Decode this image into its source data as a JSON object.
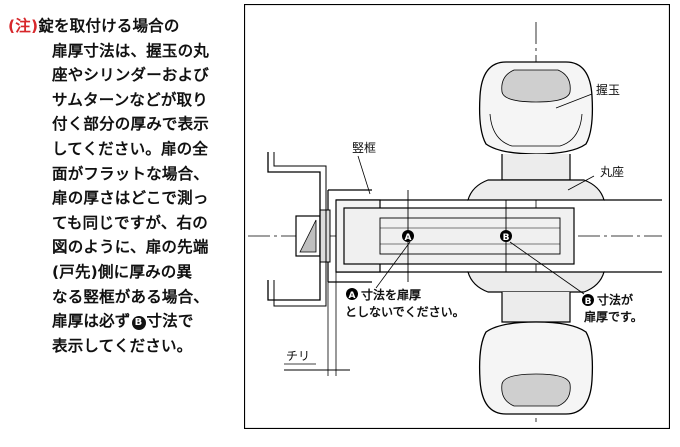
{
  "note": {
    "tag": "(注)",
    "lines": [
      "錠を取付ける場合の",
      "扉厚寸法は、握玉の丸",
      "座やシリンダーおよび",
      "サムターンなどが取り",
      "付く部分の厚みで表示",
      "してください。扉の全",
      "面がフラットな場合、",
      "扉の厚さはどこで測っ",
      "ても同じですが、右の",
      "図のように、扉の先端",
      "(戸先)側に厚みの異",
      "なる竪框がある場合、"
    ],
    "line12_before": "扉厚は必ず",
    "line12_marker": "B",
    "line12_after": "寸法で",
    "line13": "表示してください。"
  },
  "diagram": {
    "labels": {
      "knob": "握玉",
      "rose": "丸座",
      "stile": "竪框",
      "chiri": "チリ"
    },
    "marker_a": "A",
    "marker_b": "B",
    "note_a_line1": "寸法を扉厚",
    "note_a_line2": "としないでください。",
    "note_b_line1": "寸法が",
    "note_b_line2": "扉厚です。"
  }
}
